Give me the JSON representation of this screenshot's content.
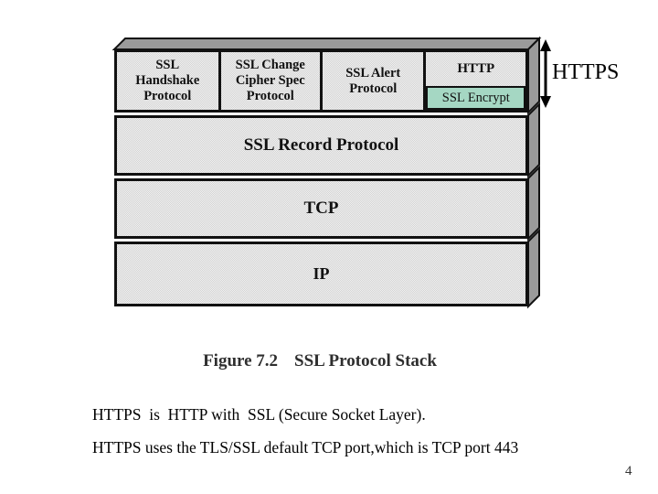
{
  "page": {
    "number": "4"
  },
  "diagram": {
    "https_label": "HTTPS",
    "icons": {
      "https_span": "double-headed-vertical-arrow"
    },
    "top_boxes": [
      {
        "label": "SSL\nHandshake\nProtocol"
      },
      {
        "label": "SSL Change\nCipher Spec\nProtocol"
      },
      {
        "label": "SSL Alert\nProtocol"
      },
      {
        "label": "HTTP"
      }
    ],
    "ssl_encrypt_label": "SSL Encrypt",
    "rows": [
      {
        "label": "SSL Record Protocol"
      },
      {
        "label": "TCP"
      },
      {
        "label": "IP"
      }
    ],
    "colors": {
      "ssl_encrypt_bg": "#a5d7c3",
      "box_fill": "#e2e2e2",
      "bevel_gray": "#9a9a9a",
      "border": "#111111"
    }
  },
  "caption": {
    "figure": "Figure 7.2",
    "title": "SSL Protocol Stack"
  },
  "body": {
    "line1": "HTTPS  is  HTTP with  SSL (Secure Socket Layer).",
    "line2": "HTTPS uses the TLS/SSL default TCP port,which is TCP port 443"
  }
}
